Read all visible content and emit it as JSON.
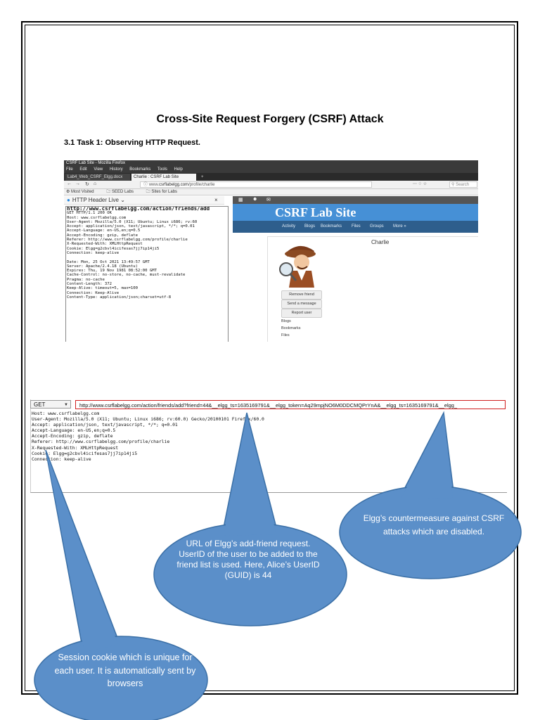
{
  "document": {
    "title": "Cross-Site Request Forgery (CSRF) Attack",
    "section_heading": "3.1 Task 1: Observing HTTP Request."
  },
  "browser": {
    "window_title": "CSRF Lab Site - Mozilla Firefox",
    "menu": [
      "File",
      "Edit",
      "View",
      "History",
      "Bookmarks",
      "Tools",
      "Help"
    ],
    "tabs": [
      {
        "label": "Lab4_Web_CSRF_Elgg.docx",
        "active": false
      },
      {
        "label": "Charlie : CSRF Lab Site",
        "active": true
      }
    ],
    "new_tab": "+",
    "url_prefix": "www.",
    "url_host": "csrflabelgg.com",
    "url_path": "/profile/charlie",
    "search_placeholder": "Search",
    "bookmarks": [
      "Most Visited",
      "SEED Labs",
      "Sites for Labs"
    ],
    "sidebar_title": "HTTP Header Live",
    "sidebar_close": "×",
    "header_url": "http://www.csrflabelgg.com/action/friends/add",
    "header_lines": "GET HTTP/1.1 200 OK\nHost: www.csrflabelgg.com\nUser-Agent: Mozilla/5.0 (X11; Ubuntu; Linux i686; rv:60\nAccept: application/json, text/javascript, */*; q=0.01\nAccept-Language: en-US,en;q=0.5\nAccept-Encoding: gzip, deflate\nReferer: http://www.csrflabelgg.com/profile/charlie\nX-Requested-With: XMLHttpRequest\nCookie: Elgg=g2cbvl4icifesas7jj7ip14ji5\nConnection: keep-alive\n\nDate: Mon, 25 Oct 2021 13:49:57 GMT\nServer: Apache/2.4.18 (Ubuntu)\nExpires: Thu, 19 Nov 1981 08:52:00 GMT\nCache-Control: no-store, no-cache, must-revalidate\nPragma: no-cache\nContent-Length: 372\nKeep-Alive: timeout=5, max=100\nConnection: Keep-Alive\nContent-Type: application/json;charset=utf-8"
  },
  "site": {
    "name": "CSRF Lab Site",
    "nav": [
      "Activity",
      "Blogs",
      "Bookmarks",
      "Files",
      "Groups",
      "More »"
    ],
    "profile_name": "Charlie",
    "buttons": [
      "Remove friend",
      "Send a message",
      "Report user"
    ],
    "links": [
      "Blogs",
      "Bookmarks",
      "Files"
    ]
  },
  "request": {
    "method": "GET",
    "url": "http://www.csrflabelgg.com/action/friends/add?friend=44&__elgg_ts=1635169791&__elgg_token=Aq29mpjNO6M0DDCMQPrYnA&__elgg_ts=1635169791&__elgg_",
    "headers": "Host: www.csrflabelgg.com\nUser-Agent: Mozilla/5.0 (X11; Ubuntu; Linux i686; rv:60.0) Gecko/20100101 Firefox/60.0\nAccept: application/json, text/javascript, */*; q=0.01\nAccept-Language: en-US,en;q=0.5\nAccept-Encoding: gzip, deflate\nReferer: http://www.csrflabelgg.com/profile/charlie\nX-Requested-With: XMLHttpRequest\nCookie: Elgg=g2cbvl4icifesas7jj7ip14ji5\nConnection: keep-alive"
  },
  "callouts": {
    "countermeasure": "Elgg’s countermeasure against CSRF attacks which are disabled.",
    "url": "URL of Elgg’s add-friend request. UserID of the user to be added to the friend list is used. Here, Alice’s UserID (GUID) is 44",
    "cookie": "Session cookie which is unique for each user. It is automatically sent by browsers"
  },
  "colors": {
    "callout_fill": "#5b8fc9",
    "callout_stroke": "#3a6fa6",
    "site_banner": "#4690d6",
    "url_highlight": "#d02020"
  }
}
